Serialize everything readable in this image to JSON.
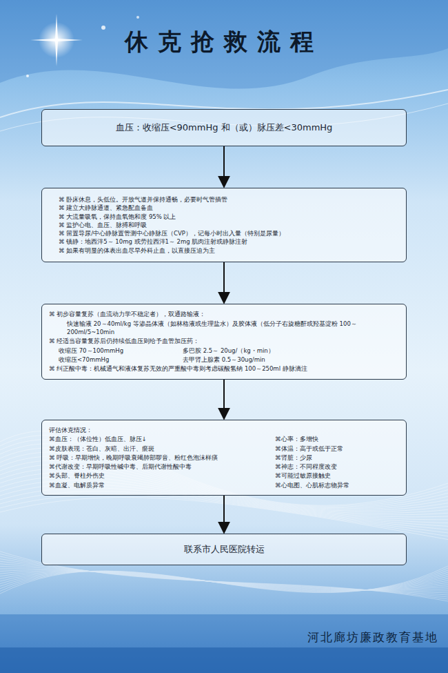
{
  "diagram": {
    "title": "休克抢救流程",
    "nodes": [
      {
        "text": [
          "血压：收缩压<90mmHg 和（或）脉压差<30mmHg"
        ]
      },
      {
        "text": [
          "⌘ 卧床休息，头低位。开放气道并保持通畅，必要时气管插管",
          "⌘ 建立大静脉通道、紧急配血备血",
          "⌘ 大流量吸氧，保持血氧饱和度 95% 以上",
          "⌘ 监护心电、血压、脉搏和呼吸",
          "⌘ 留置导尿/中心静脉置管测中心静脉压（CVP），记每小时出入量（特别是尿量）",
          "⌘ 镇静：地西泮5～ 10mg 或劳拉西泮1～ 2mg 肌肉注射或静脉注射",
          "⌘ 如果有明显的体表出血尽早外科止血，以直接压迫为主"
        ]
      },
      {
        "text": [
          "⌘ 初步容量复苏（血流动力学不稳定者），双通路输液：",
          "快速输液 20～40ml/kg 等渗晶体液（如林格液或生理盐水）及胶体液（低分子右旋糖酐或羟基淀粉 100～200ml/5~10min",
          "⌘ 经适当容量复苏后仍持续低血压则给予血管加压药：",
          "收缩压 70～100mmHg",
          "多巴胺 2.5～ 20ug/（kg・min）",
          "收缩压<70mmHg",
          "去甲肾上腺素 0.5～30ug/min",
          "⌘ 纠正酸中毒：机械通气和液体复苏无效的严重酸中毒则考虑碳酸氢钠 100～250ml 静脉滴注"
        ]
      },
      {
        "text": [
          "评估休克情况：",
          "⌘血压：（体位性）低血压、脉压↓",
          "⌘心率：多增快",
          "⌘皮肤表现：苍白、灰暗、出汗、瘀斑",
          "⌘体温：高于或低于正常",
          "⌘ 呼吸：早期增快，晚期呼吸衰竭肺部啰音、粉红色泡沫样痰",
          "⌘肾脏：少尿",
          "⌘代谢改变：早期呼吸性碱中毒、后期代谢性酸中毒",
          "⌘神志：不同程度改变",
          "⌘头部、脊柱外伤史",
          "⌘可能过敏原接触史",
          "⌘血凝、电解质异常",
          "⌘心电图、心肌标志物异常"
        ]
      },
      {
        "text": [
          "联系市人民医院转运"
        ]
      }
    ],
    "edges": [
      {
        "from": 0,
        "to": 1,
        "arrow": "to"
      },
      {
        "from": 1,
        "to": 2,
        "arrow": "to"
      },
      {
        "from": 2,
        "to": 3,
        "arrow": "to"
      },
      {
        "from": 3,
        "to": 4,
        "arrow": "to"
      }
    ],
    "labels": [
      "河北廊坊廉政教育基地"
    ]
  }
}
